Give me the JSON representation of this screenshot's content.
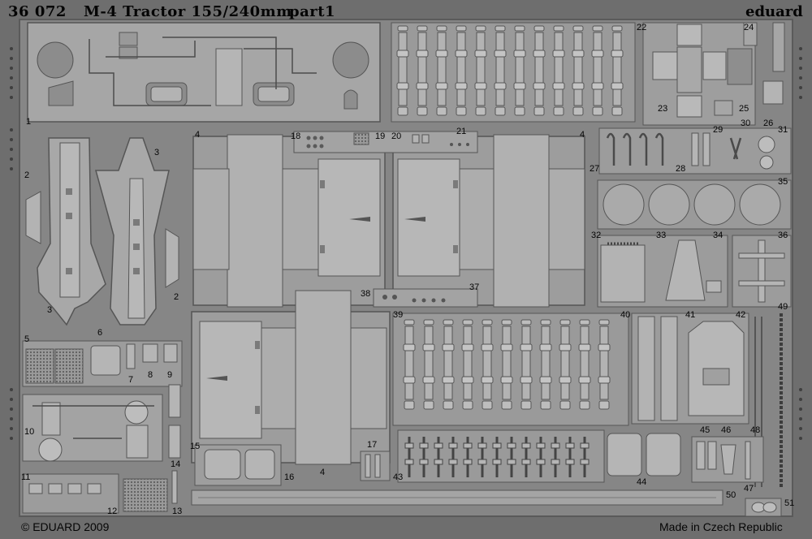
{
  "header": {
    "code": "36 072",
    "title": "M-4 Tractor 155/240mm",
    "part": "part1",
    "brand": "eduard"
  },
  "footer": {
    "copyright": "© EDUARD 2009",
    "origin": "Made in Czech Republic"
  },
  "part_numbers": {
    "p1": "1",
    "p2a": "2",
    "p2b": "2",
    "p3a": "3",
    "p3b": "3",
    "p4a": "4",
    "p4b": "4",
    "p4c": "4",
    "p5": "5",
    "p6": "6",
    "p7": "7",
    "p8": "8",
    "p9": "9",
    "p10": "10",
    "p11": "11",
    "p12": "12",
    "p13": "13",
    "p14": "14",
    "p15": "15",
    "p16": "16",
    "p17": "17",
    "p18": "18",
    "p19": "19",
    "p20": "20",
    "p21": "21",
    "p22": "22",
    "p23": "23",
    "p24": "24",
    "p25": "25",
    "p26": "26",
    "p27": "27",
    "p28": "28",
    "p29": "29",
    "p30": "30",
    "p31": "31",
    "p32": "32",
    "p33": "33",
    "p34": "34",
    "p35": "35",
    "p36": "36",
    "p37": "37",
    "p38": "38",
    "p39": "39",
    "p40": "40",
    "p41": "41",
    "p42": "42",
    "p43": "43",
    "p44": "44",
    "p45": "45",
    "p46": "46",
    "p47": "47",
    "p48": "48",
    "p49": "49",
    "p50": "50",
    "p51": "51"
  },
  "colors": {
    "background": "#6e6e6e",
    "frame": "#8a8a8a",
    "part_fill": "#a9a9a9",
    "part_light": "#b9b9b9",
    "etched_line": "#575757",
    "text": "#050505"
  }
}
